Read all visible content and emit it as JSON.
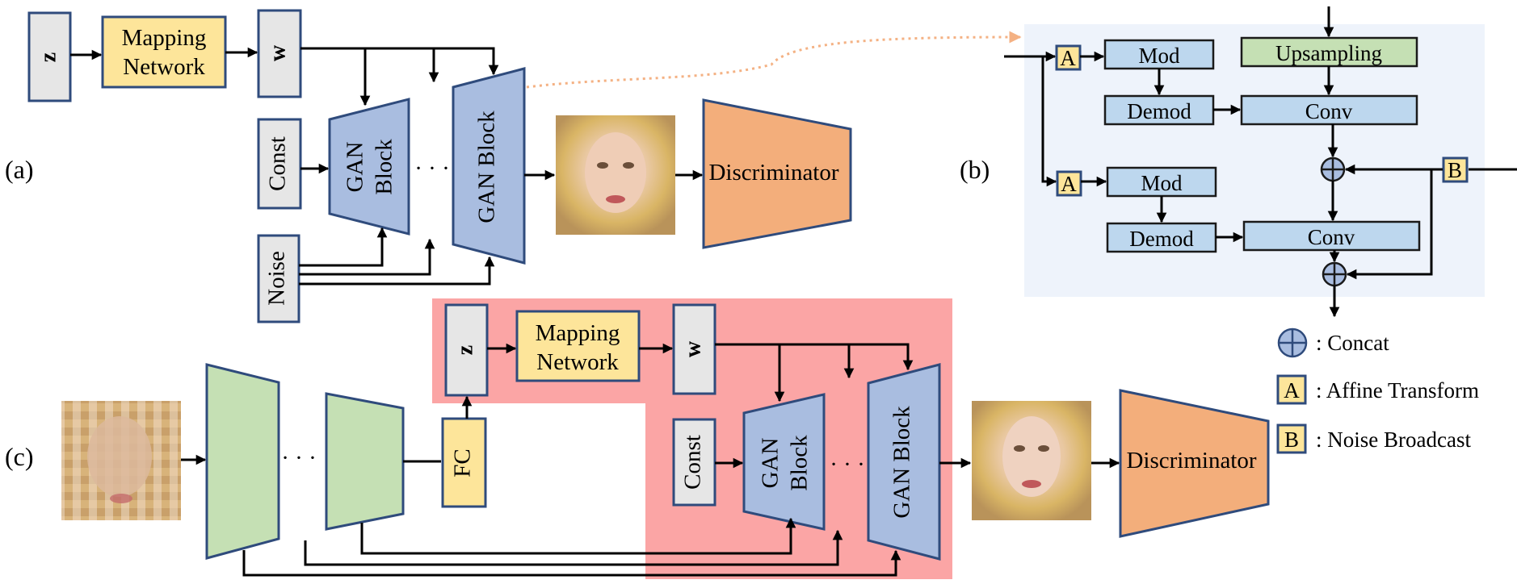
{
  "panels": {
    "a": "(a)",
    "b": "(b)",
    "c": "(c)"
  },
  "diagram_a": {
    "z": "z",
    "mapping_line1": "Mapping",
    "mapping_line2": "Network",
    "w": "w",
    "const": "Const",
    "noise": "Noise",
    "gan_block1_line1": "GAN",
    "gan_block1_line2": "Block",
    "ellipsis": "· · ·",
    "gan_block2": "GAN Block",
    "discriminator": "Discriminator"
  },
  "diagram_b": {
    "affine": "A",
    "noise_b": "B",
    "mod": "Mod",
    "demod": "Demod",
    "upsampling": "Upsampling",
    "conv": "Conv"
  },
  "legend": {
    "concat": ": Concat",
    "affine_key": "A",
    "affine": ": Affine Transform",
    "noise_key": "B",
    "noise": ": Noise Broadcast"
  },
  "diagram_c": {
    "z": "z",
    "mapping_line1": "Mapping",
    "mapping_line2": "Network",
    "w": "w",
    "fc": "FC",
    "const": "Const",
    "gan_block1_line1": "GAN",
    "gan_block1_line2": "Block",
    "ellipsis": "· · ·",
    "gan_block2": "GAN Block",
    "discriminator": "Discriminator"
  },
  "colors": {
    "gray_box": "#e6e6e6",
    "yellow_box": "#fde59a",
    "gan_block": "#a9bde0",
    "discriminator": "#f3ae7b",
    "encoder": "#c5e0b4",
    "conv_box": "#bdd7ee",
    "panel_b_bg": "#eef3fb",
    "highlight": "#fba5a5",
    "dotted_link": "#f4b183"
  }
}
